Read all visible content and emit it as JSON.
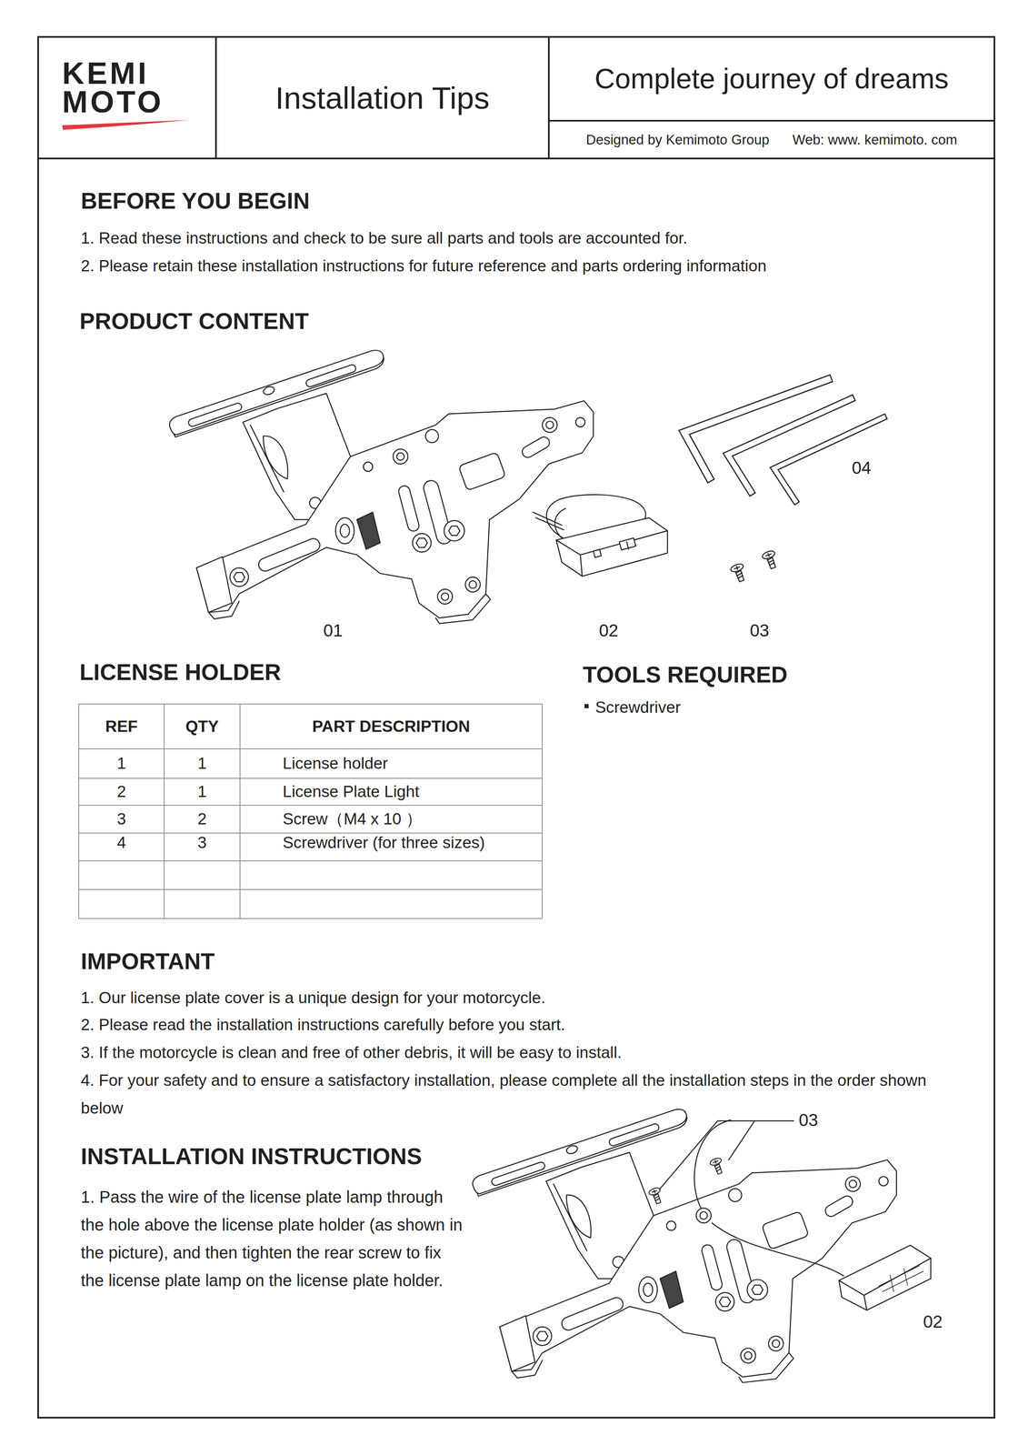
{
  "diagram": {
    "title": "Installation Tips",
    "nodes": [
      {
        "text": [
          "KEMI MOTO"
        ]
      },
      {
        "text": [
          "Complete journey of dreams"
        ]
      },
      {
        "text": [
          "Designed by Kemimoto Group",
          "Web: www. kemimoto. com"
        ]
      }
    ],
    "labels": [
      "BEFORE YOU BEGIN",
      "1. Read these instructions and check to be sure all parts and tools are accounted for.",
      "2. Please retain these installation instructions for future reference and parts ordering information",
      "PRODUCT CONTENT",
      "04",
      "01",
      "02",
      "03",
      "LICENSE HOLDER",
      "TOOLS REQUIRED",
      "Screwdriver",
      "REF",
      "QTY",
      "PART DESCRIPTION",
      "1",
      "1",
      "License holder",
      "2",
      "1",
      "License Plate Light",
      "3",
      "2",
      "Screw（M4 x 10 ）",
      "4",
      "3",
      "Screwdriver (for three sizes)",
      "IMPORTANT",
      "1. Our license plate cover is a unique design for your motorcycle.",
      "2. Please read the installation instructions carefully before you start.",
      "3. If the motorcycle is clean and free of other debris, it will be easy to install.",
      "4. For your safety and to ensure a satisfactory installation, please complete all the installation steps in the order shown below",
      "INSTALLATION INSTRUCTIONS",
      "1. Pass the wire of the license plate lamp through the hole above the license plate holder (as shown in the picture), and then tighten the rear screw to fix the license plate lamp on the license plate holder.",
      "03",
      "02"
    ]
  }
}
